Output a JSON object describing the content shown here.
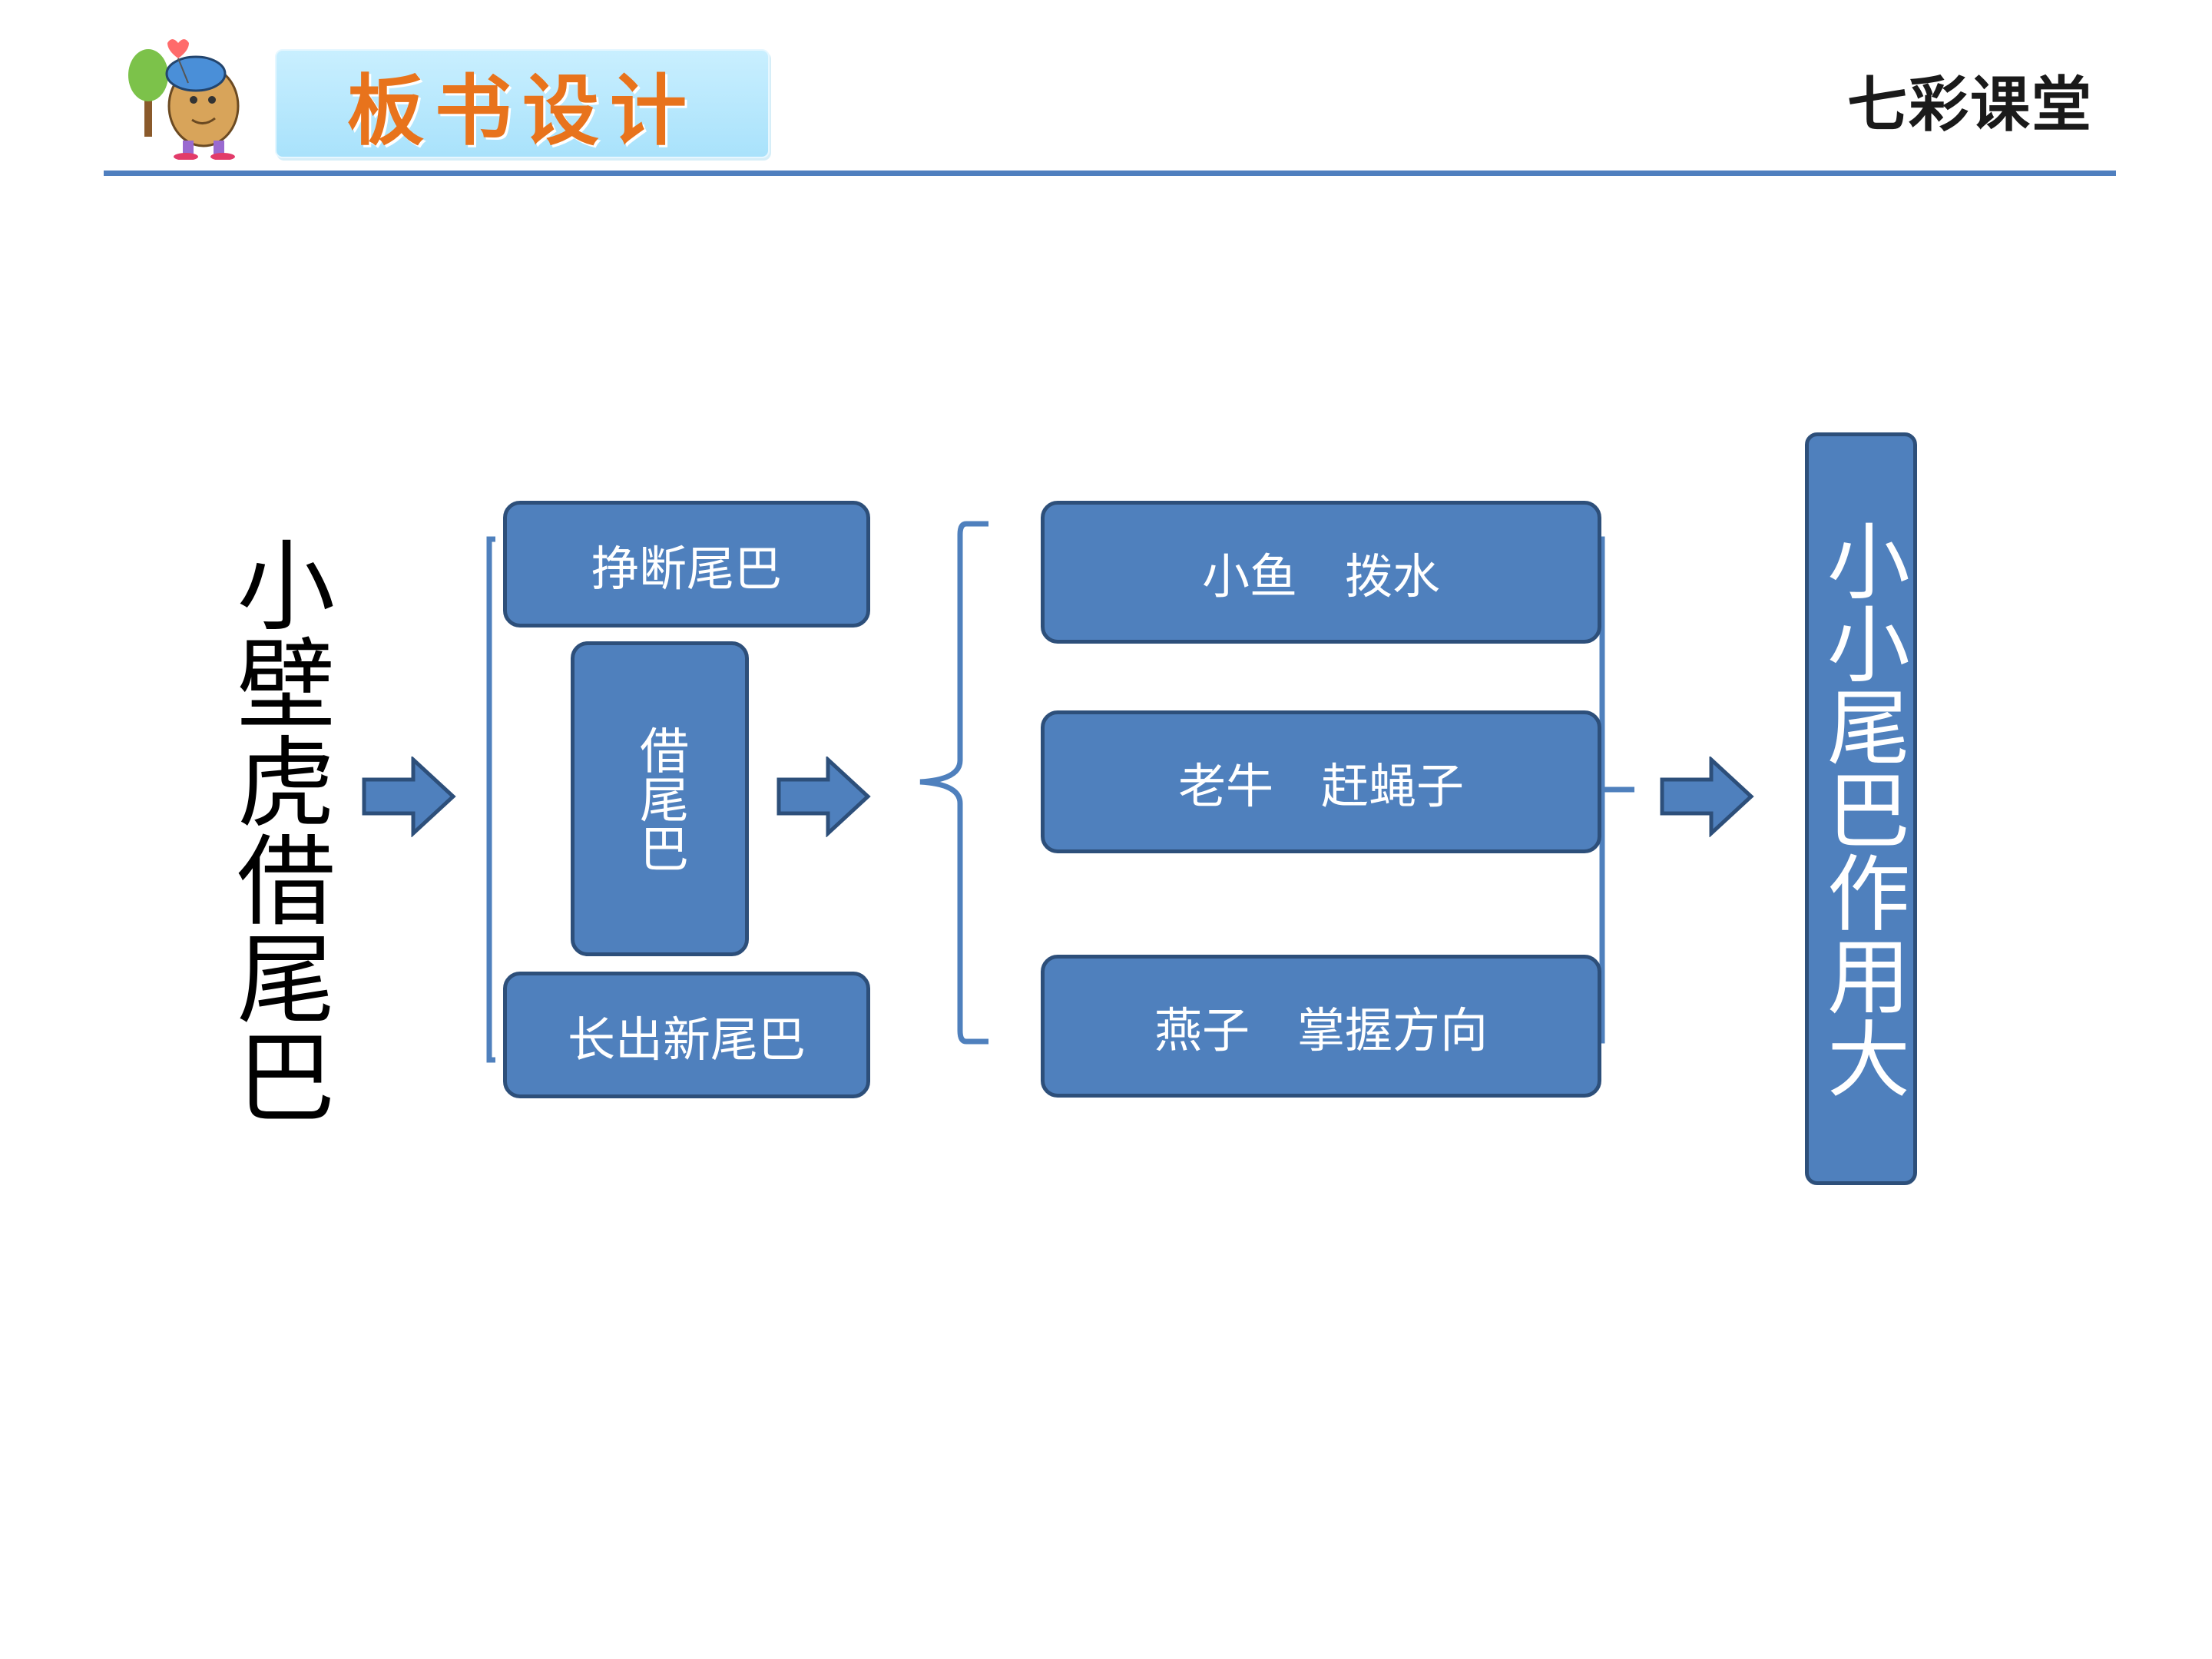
{
  "header": {
    "title": "板书设计",
    "logo_text": "七彩课堂"
  },
  "diagram": {
    "main_title": "小壁虎借尾巴",
    "step_top": "挣断尾巴",
    "step_middle": "借尾巴",
    "step_bottom": "长出新尾巴",
    "animals": [
      {
        "label": "小鱼　拨水"
      },
      {
        "label": "老牛　赶蝇子"
      },
      {
        "label": "燕子　掌握方向"
      }
    ],
    "conclusion": "小小尾巴作用大"
  },
  "colors": {
    "box_fill": "#4f80bd",
    "box_border": "#2d4f7a",
    "header_line": "#4f7fbf",
    "title_text": "#e8731c"
  },
  "icons": [
    "cartoon-mascot-icon",
    "arrow-right-icon"
  ]
}
